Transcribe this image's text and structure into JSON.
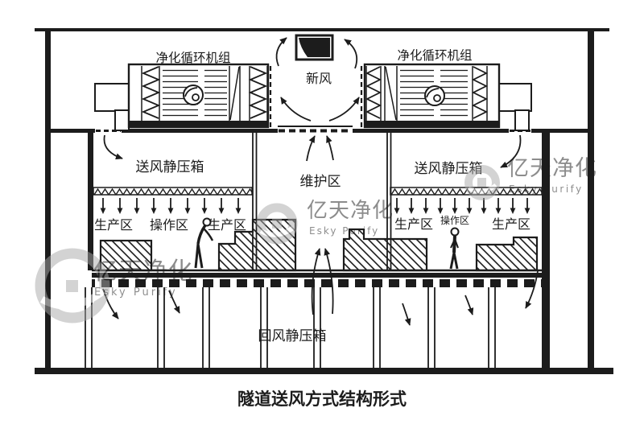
{
  "title": "隧道送风方式结构形式",
  "diagram": {
    "units": {
      "left_label": "净化循环机组",
      "right_label": "净化循环机组"
    },
    "fresh_air_label": "新风",
    "supply_plenum": {
      "left_label": "送风静压箱",
      "right_label": "送风静压箱"
    },
    "maintenance_label": "维护区",
    "zones": {
      "left": [
        "生产区",
        "操作区",
        "生产区"
      ],
      "right": [
        "生产区",
        "操作区",
        "生产区"
      ]
    },
    "return_plenum_label": "回风静压箱"
  },
  "watermark": {
    "cn": "亿天净化",
    "en": "Esky Purify",
    "color": "#a8a8a8"
  },
  "colors": {
    "ink": "#1c1c1c",
    "paper": "#ffffff"
  }
}
